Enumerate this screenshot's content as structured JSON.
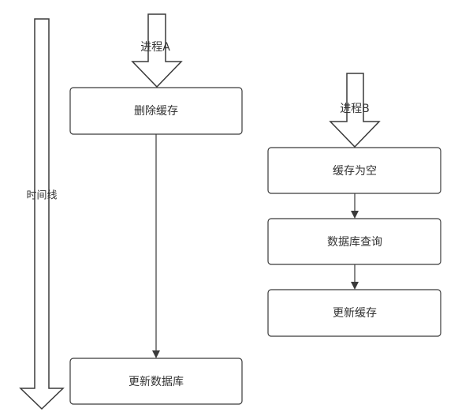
{
  "timeline": {
    "label": "时间线"
  },
  "process_a": {
    "title": "进程A",
    "steps": [
      "删除缓存",
      "更新数据库"
    ]
  },
  "process_b": {
    "title": "进程B",
    "steps": [
      "缓存为空",
      "数据库查询",
      "更新缓存"
    ]
  }
}
